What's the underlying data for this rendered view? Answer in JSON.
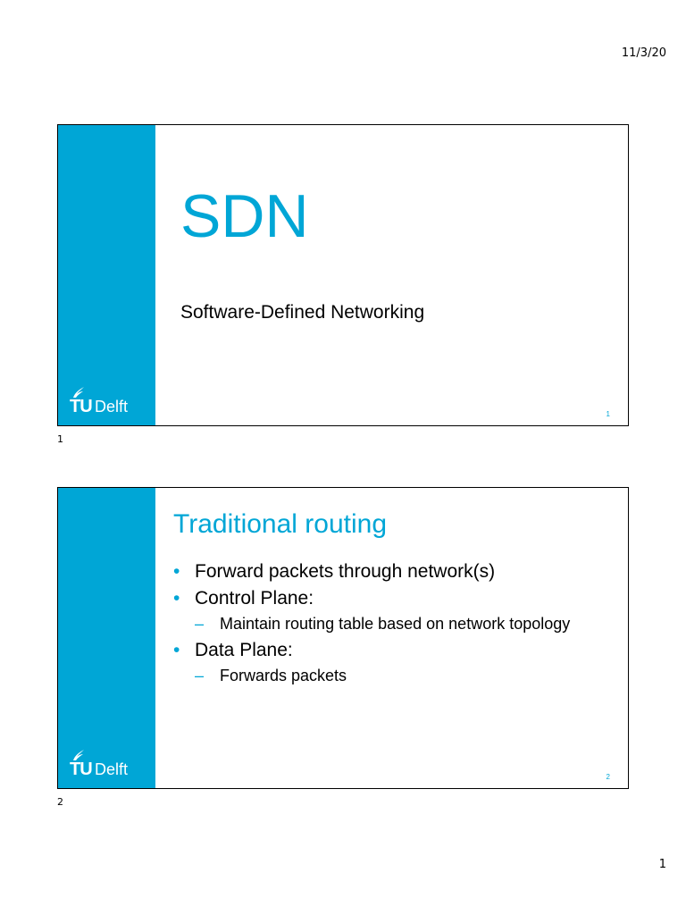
{
  "page": {
    "date": "11/3/20",
    "number": "1"
  },
  "slides": [
    {
      "caption": "1",
      "number": "1",
      "logo": {
        "mark": "TU",
        "text": "Delft"
      },
      "title": "SDN",
      "subtitle": "Software-Defined Networking"
    },
    {
      "caption": "2",
      "number": "2",
      "logo": {
        "mark": "TU",
        "text": "Delft"
      },
      "title": "Traditional routing",
      "bullets": [
        {
          "text": "Forward packets through network(s)"
        },
        {
          "text": "Control Plane:",
          "sub": [
            "Maintain routing table based on network topology"
          ]
        },
        {
          "text": "Data Plane:",
          "sub": [
            "Forwards packets"
          ]
        }
      ]
    }
  ],
  "colors": {
    "accent": "#00A6D6"
  },
  "icons": {
    "logo": "tudelft-flame-icon"
  }
}
